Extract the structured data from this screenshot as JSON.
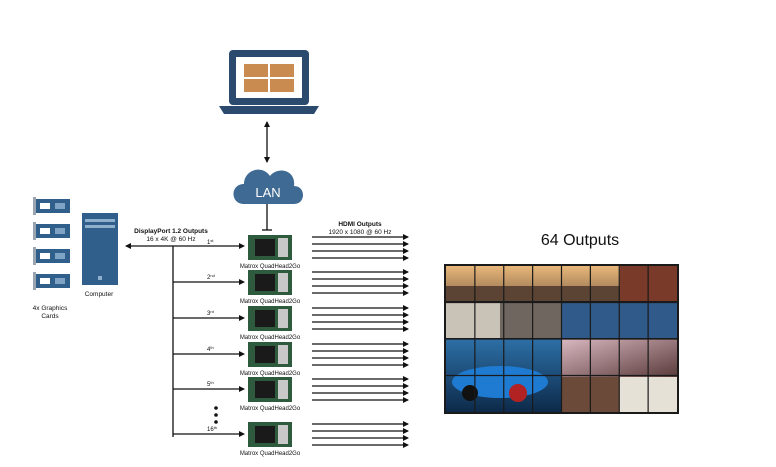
{
  "laptop": {
    "icon": "laptop-icon",
    "color": "#2b4a6e",
    "screen_tile_color": "#c98b4f"
  },
  "lan": {
    "label": "LAN",
    "icon": "cloud-icon",
    "color": "#3f6a93"
  },
  "graphics_cards": {
    "label_line1": "4x Graphics",
    "label_line2": "Cards",
    "icon": "graphics-card-icon",
    "color": "#2f5f8a"
  },
  "computer": {
    "label": "Computer",
    "icon": "computer-tower-icon",
    "color": "#2f5f8a"
  },
  "displayport": {
    "title": "DisplayPort 1.2 Outputs",
    "subtitle": "16 x 4K @ 60 Hz"
  },
  "hdmi": {
    "title": "HDMI Outputs",
    "subtitle": "1920 x 1080 @ 60 Hz"
  },
  "device_label": "Matrox QuadHead2Go",
  "units": [
    {
      "ordinal": "1",
      "suffix": "st",
      "show_label": true
    },
    {
      "ordinal": "2",
      "suffix": "nd",
      "show_label": true
    },
    {
      "ordinal": "3",
      "suffix": "rd",
      "show_label": true
    },
    {
      "ordinal": "4",
      "suffix": "th",
      "show_label": true
    },
    {
      "ordinal": "5",
      "suffix": "th",
      "show_label": true
    },
    {
      "ordinal": "16",
      "suffix": "th",
      "show_label": true
    }
  ],
  "outputs_title": "64 Outputs",
  "video_wall": {
    "columns": 8,
    "rows": 4,
    "icon": "video-wall-image",
    "bezel_color": "#1a1a1a"
  }
}
